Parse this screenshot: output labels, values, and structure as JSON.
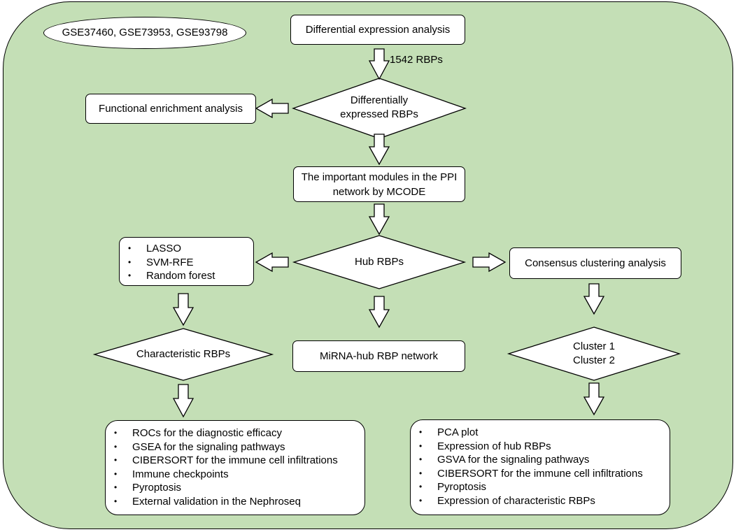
{
  "dataset_label": "GSE37460, GSE73953, GSE93798",
  "differential_expression": "Differential expression analysis",
  "arrow_label_rbps": "1542 RBPs",
  "differentially_expressed_line1": "Differentially",
  "differentially_expressed_line2": "expressed RBPs",
  "functional_enrichment": "Functional enrichment analysis",
  "ppi_modules_line1": "The important modules in the PPI",
  "ppi_modules_line2": "network by MCODE",
  "hub_rbps": "Hub RBPs",
  "ml_methods": [
    "LASSO",
    "SVM-RFE",
    "Random forest"
  ],
  "consensus_clustering": "Consensus clustering analysis",
  "mirna_network": "MiRNA-hub RBP network",
  "characteristic_rbps": "Characteristic RBPs",
  "clusters_line1": "Cluster 1",
  "clusters_line2": "Cluster 2",
  "left_results": [
    "ROCs for the diagnostic efficacy",
    "GSEA for the signaling pathways",
    "CIBERSORT for the immune cell infiltrations",
    "Immune checkpoints",
    "Pyroptosis",
    "External validation in the Nephroseq"
  ],
  "right_results": [
    "PCA plot",
    "Expression of hub RBPs",
    "GSVA for the signaling pathways",
    "CIBERSORT for the immune cell infiltrations",
    "Pyroptosis",
    "Expression of characteristic RBPs"
  ],
  "colors": {
    "background": "#c4dfb6",
    "node_fill": "#ffffff",
    "stroke": "#000000"
  }
}
